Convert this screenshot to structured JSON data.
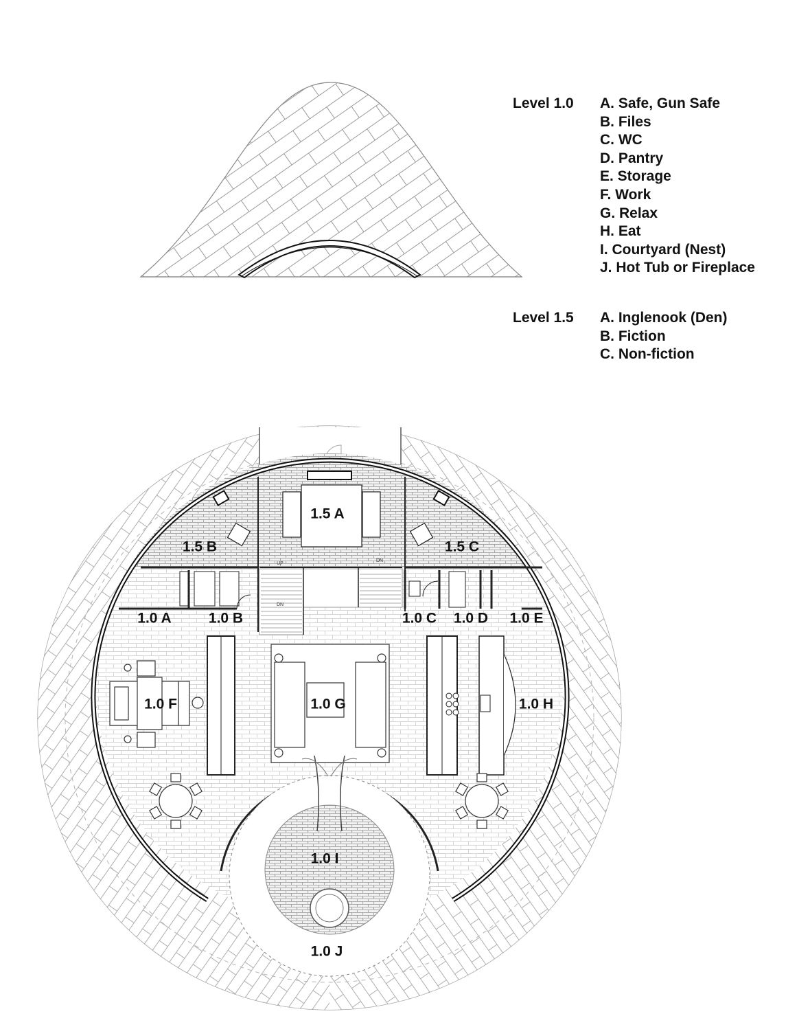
{
  "legend": [
    {
      "level": "Level 1.0",
      "items": [
        "A. Safe, Gun Safe",
        "B. Files",
        "C. WC",
        "D. Pantry",
        "E. Storage",
        "F. Work",
        "G. Relax",
        "H. Eat",
        "I. Courtyard (Nest)",
        "J. Hot Tub or Fireplace"
      ]
    },
    {
      "level": "Level 1.5",
      "items": [
        "A. Inglenook (Den)",
        "B. Fiction",
        "C. Non-fiction"
      ]
    }
  ],
  "rooms": {
    "r15a": "1.5 A",
    "r15b": "1.5 B",
    "r15c": "1.5 C",
    "r10a": "1.0 A",
    "r10b": "1.0 B",
    "r10c": "1.0 C",
    "r10d": "1.0 D",
    "r10e": "1.0 E",
    "r10f": "1.0 F",
    "r10g": "1.0 G",
    "r10h": "1.0 H",
    "r10i": "1.0 I",
    "r10j": "1.0 J"
  },
  "stairs": {
    "up": "UP",
    "dn": "DN"
  },
  "colors": {
    "line": "#222222",
    "hatch": "#9a9a9a",
    "light": "#c8c8c8"
  }
}
